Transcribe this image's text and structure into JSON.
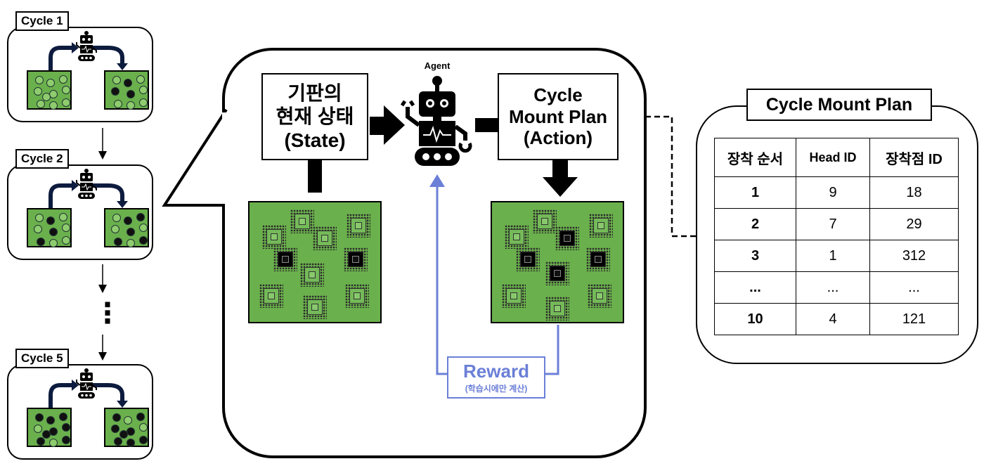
{
  "cycles": [
    {
      "label": "Cycle 1",
      "before": "gggggggggg",
      "after": "gkgkkgggg"
    },
    {
      "label": "Cycle 2",
      "before": "gkggkgkgg",
      "after": "gkkgkgkgk"
    },
    {
      "label": "Cycle 5",
      "before": "kkkgkkkgkk",
      "after": "kgkkkgkkkk"
    }
  ],
  "ellipsis": "⋮",
  "state_label": [
    "기판의",
    "현재 상태",
    "(State)"
  ],
  "agent_label": "Agent",
  "action_label": [
    "Cycle",
    "Mount Plan",
    "(Action)"
  ],
  "reward": {
    "title": "Reward",
    "note": "(학습시에만 계산)"
  },
  "plan": {
    "title": "Cycle Mount Plan",
    "headers": [
      "장착 순서",
      "Head ID",
      "장착점 ID"
    ],
    "rows": [
      [
        "1",
        "9",
        "18"
      ],
      [
        "2",
        "7",
        "29"
      ],
      [
        "3",
        "1",
        "312"
      ],
      [
        "...",
        "...",
        "..."
      ],
      [
        "10",
        "4",
        "121"
      ]
    ]
  },
  "colors": {
    "board": "#6ab04c",
    "reward": "#6b7fd7",
    "arrow_dark": "#0d1b3e"
  },
  "icons": [
    "robot-icon",
    "chip-icon",
    "arrow-icon"
  ]
}
